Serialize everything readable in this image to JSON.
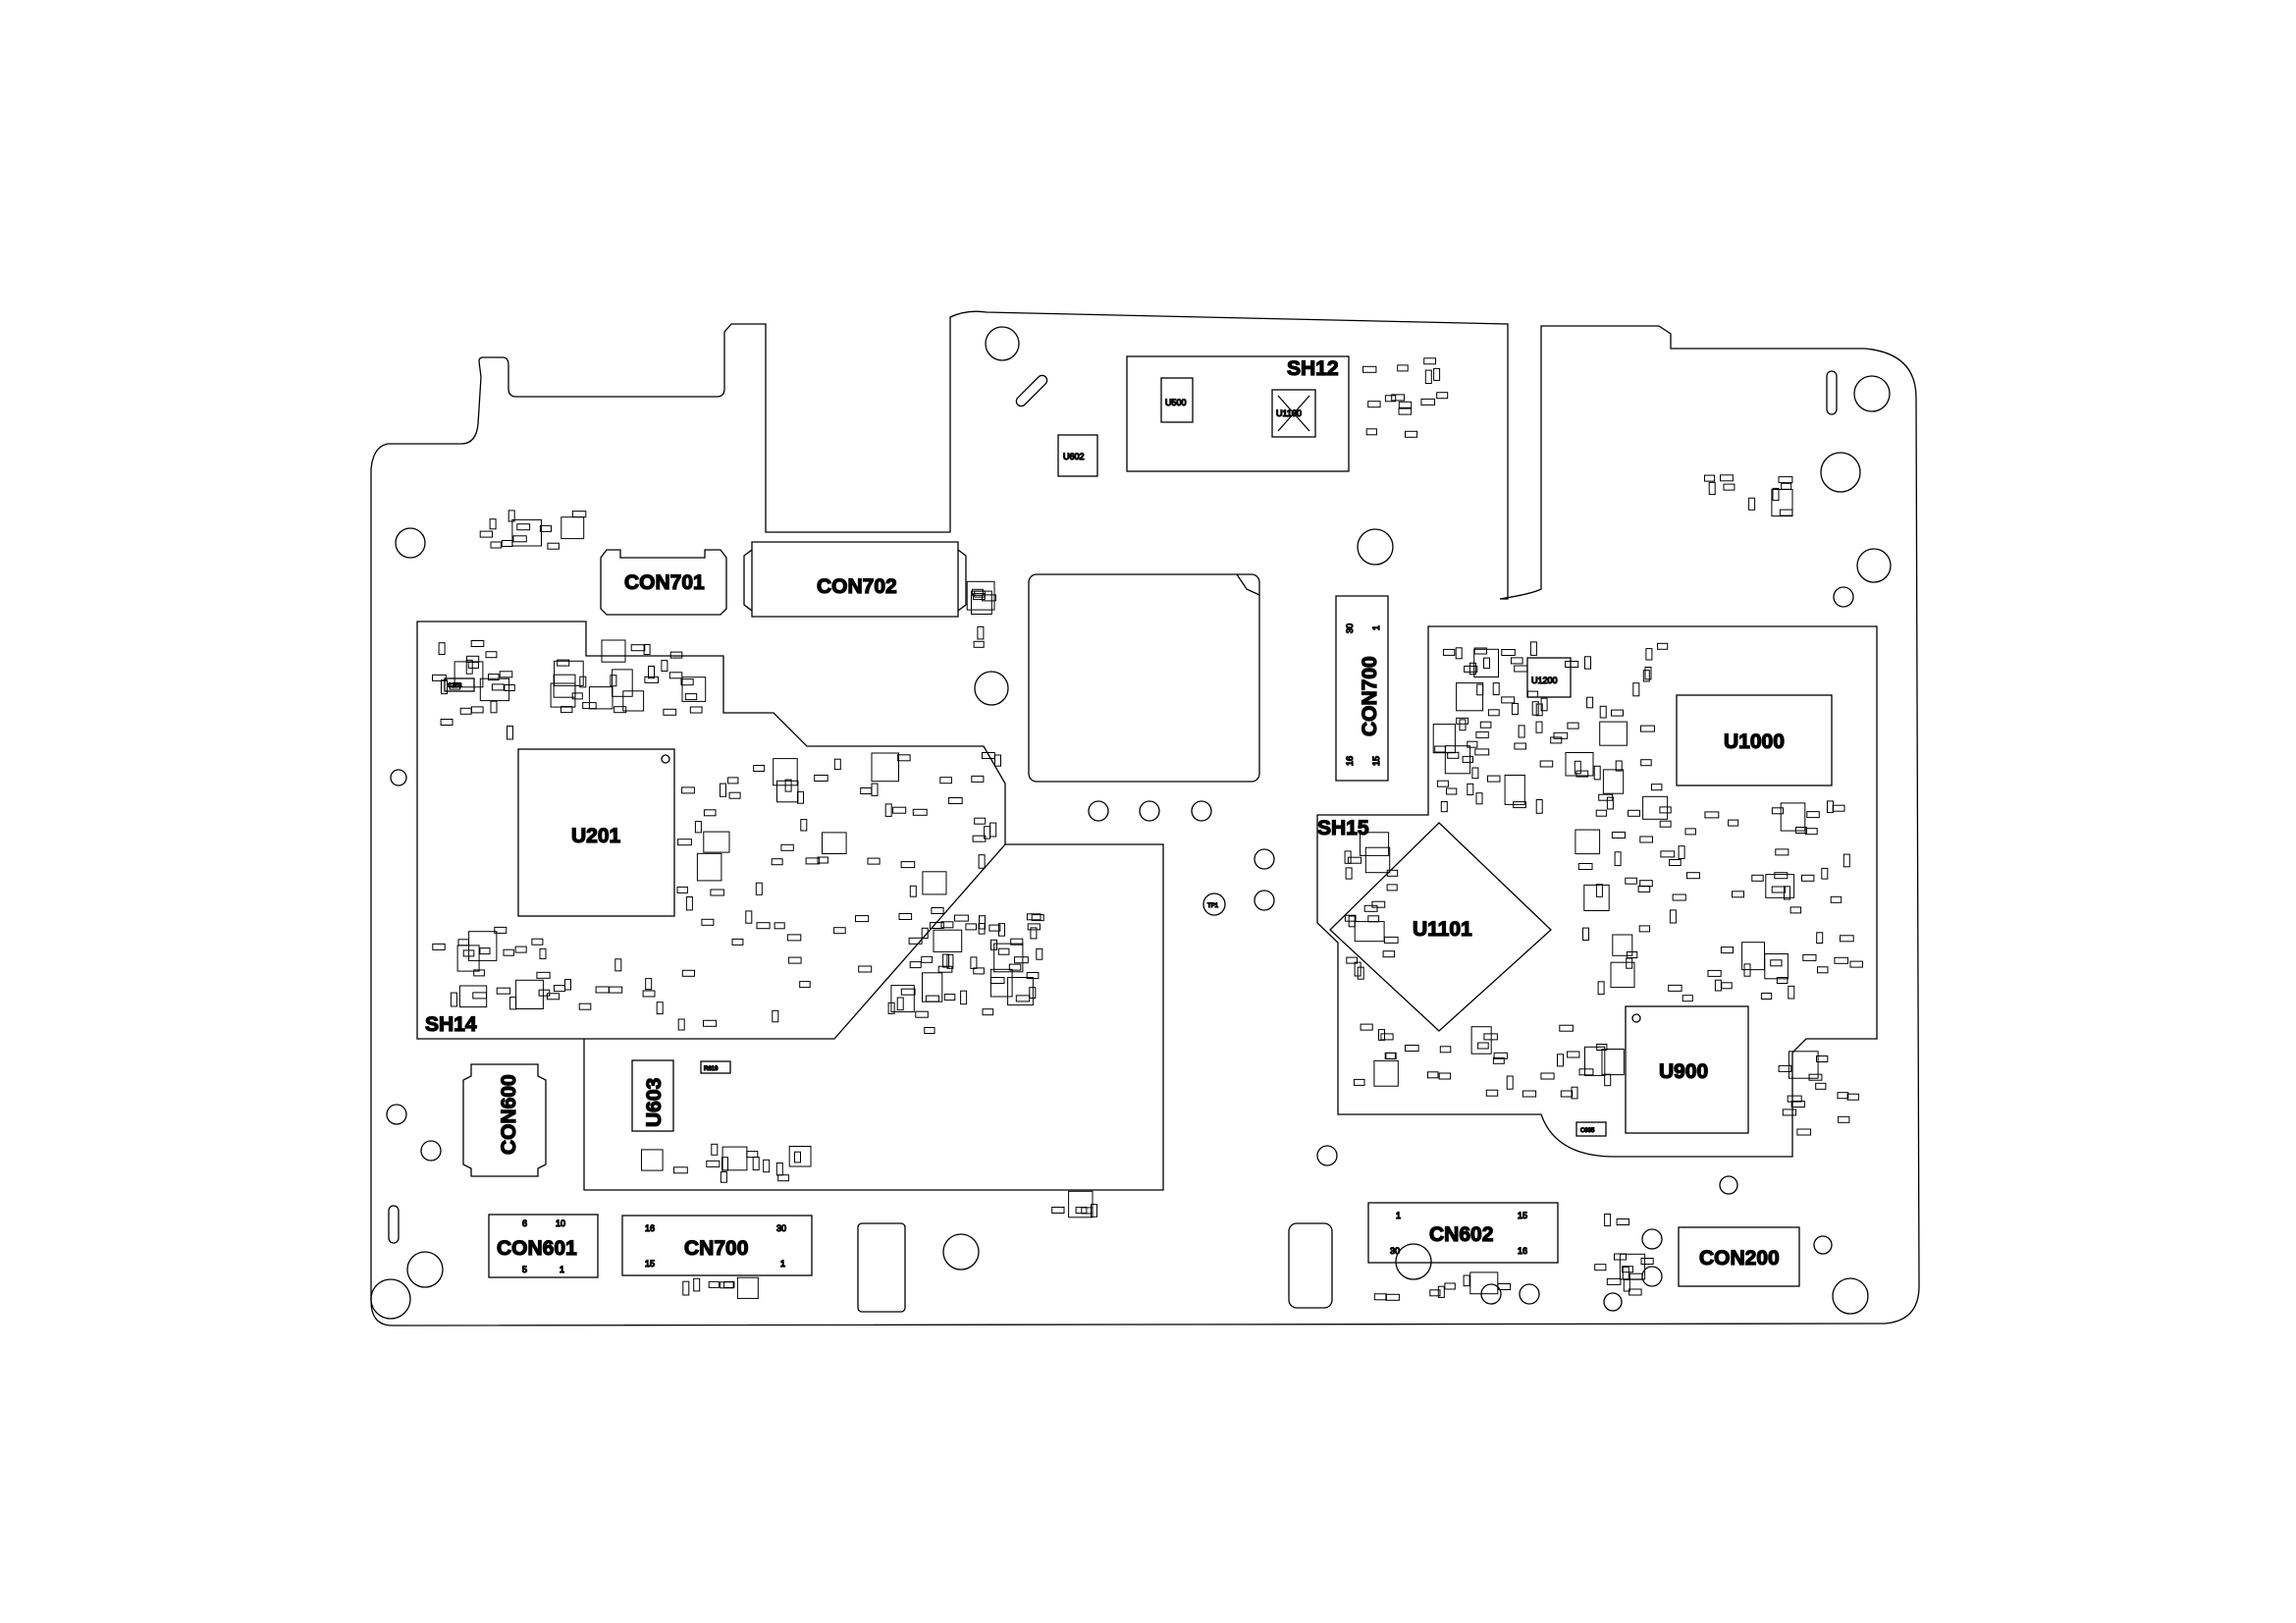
{
  "labels": {
    "con701": "CON701",
    "con702": "CON702",
    "con700": "CON700",
    "con600": "CON600",
    "con601": "CON601",
    "cn700": "CN700",
    "cn602": "CN602",
    "con200": "CON200",
    "u201": "U201",
    "u1101": "U1101",
    "u1000": "U1000",
    "u900": "U900",
    "u603": "U603",
    "u602": "U602",
    "u500": "U500",
    "u1100": "U1100",
    "u1200": "U1200",
    "sh12": "SH12",
    "sh14": "SH14",
    "sh15": "SH15",
    "tp1": "TP1",
    "c253": "C253",
    "r619": "R619",
    "c935": "C935"
  },
  "pins": {
    "con700_1": "1",
    "con700_30": "30",
    "con700_15": "15",
    "con700_16": "16",
    "con601_10": "10",
    "con601_6": "6",
    "con601_5": "5",
    "con601_1": "1",
    "cn700_16": "16",
    "cn700_30": "30",
    "cn700_15": "15",
    "cn700_1": "1",
    "cn602_15": "15",
    "cn602_16": "16",
    "cn602_30": "30",
    "cn602_1": "1"
  }
}
